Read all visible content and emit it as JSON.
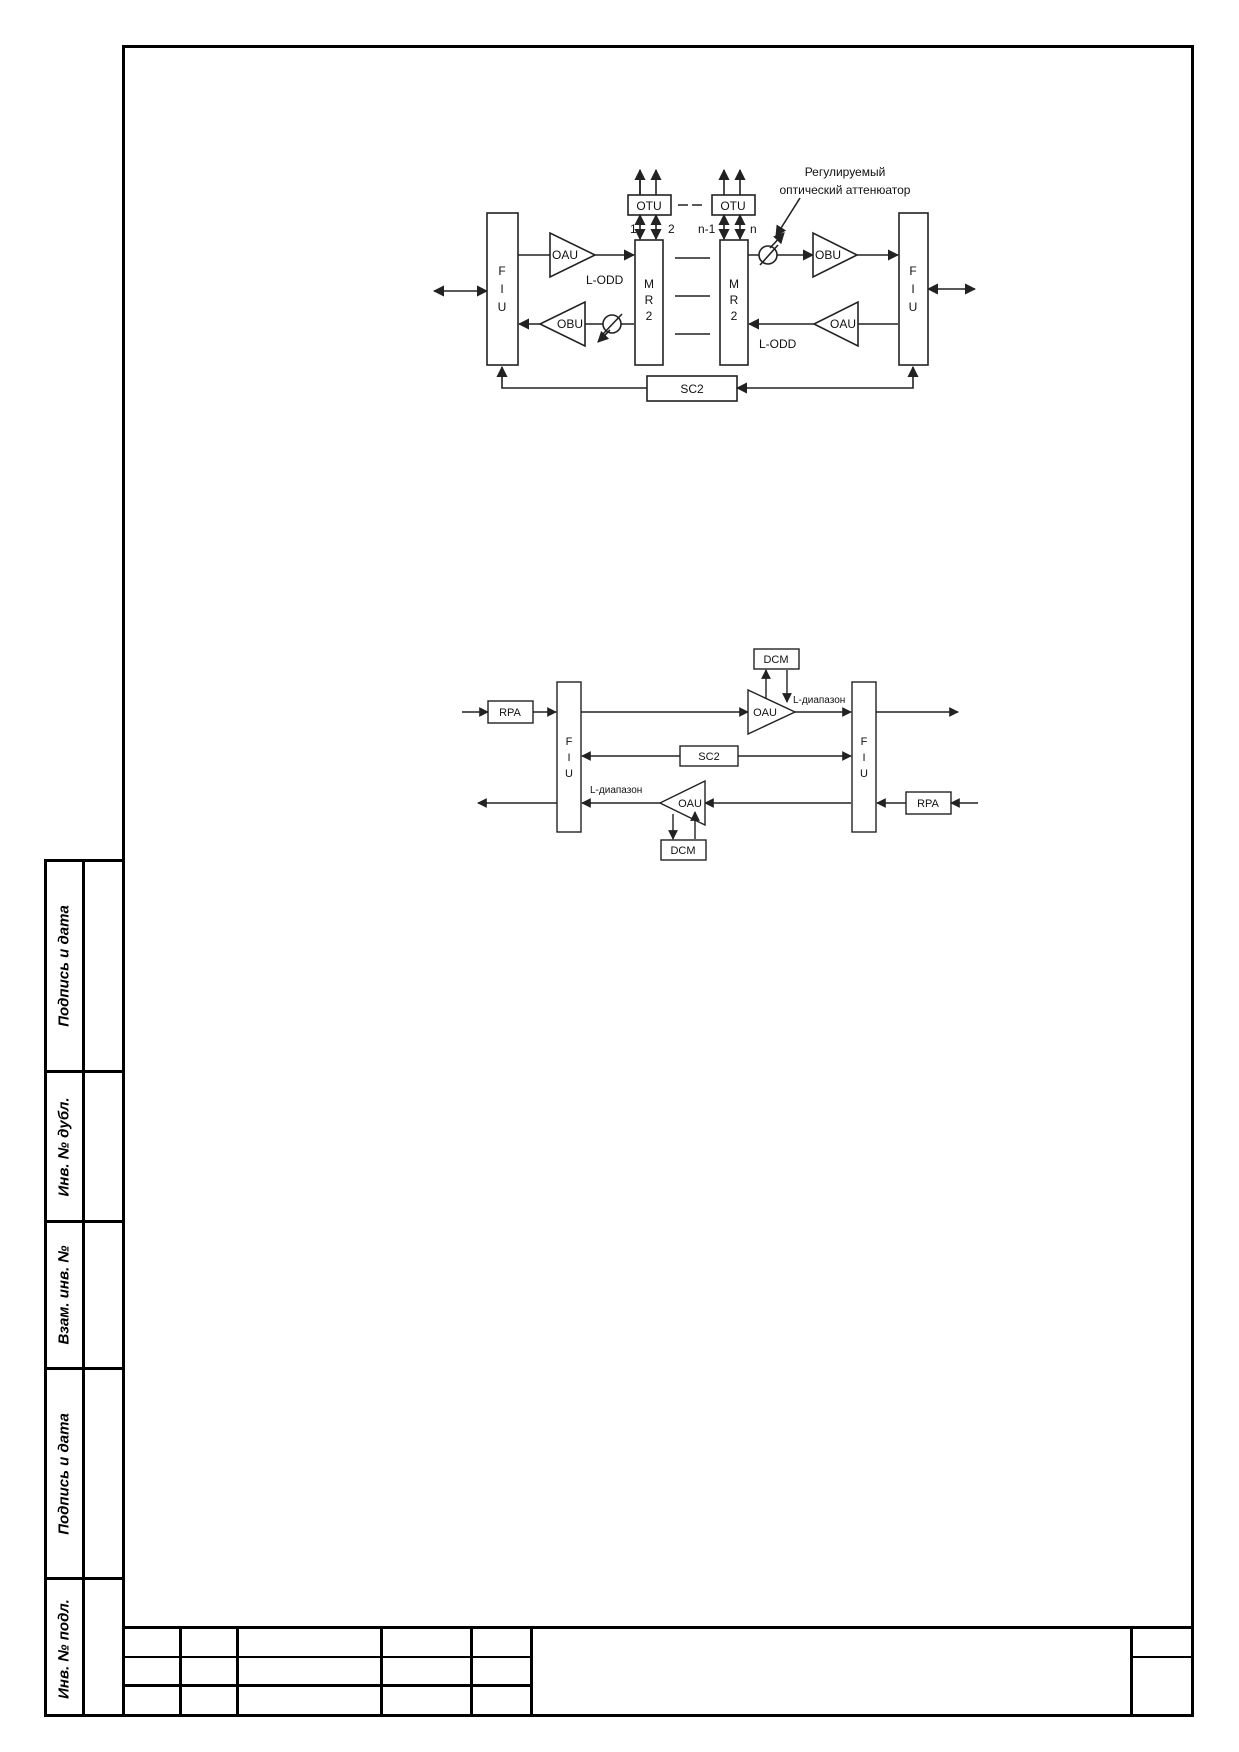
{
  "sidebar": {
    "cells": [
      {
        "label": "Подпись и дата"
      },
      {
        "label": "Инв. № дубл."
      },
      {
        "label": "Взам. инв. №"
      },
      {
        "label": "Подпись и дата"
      },
      {
        "label": "Инв. № подл."
      }
    ]
  },
  "diagram1": {
    "fiu_left": [
      "F",
      "I",
      "U"
    ],
    "fiu_right": [
      "F",
      "I",
      "U"
    ],
    "mr_left": [
      "M",
      "R",
      "2"
    ],
    "mr_right": [
      "M",
      "R",
      "2"
    ],
    "otu1": "OTU",
    "otu2": "OTU",
    "oau_top": "OAU",
    "obu_bottom": "OBU",
    "obu_top": "OBU",
    "oau_bottom": "OAU",
    "lodd_top": "L-ODD",
    "lodd_bottom": "L-ODD",
    "sc2": "SC2",
    "port_1": "1",
    "port_2": "2",
    "port_n1": "n-1",
    "port_n": "n",
    "attenuator_label_1": "Регулируемый",
    "attenuator_label_2": "оптический аттенюатор"
  },
  "diagram2": {
    "rpa_left": "RPA",
    "rpa_right": "RPA",
    "fiu_left": [
      "F",
      "I",
      "U"
    ],
    "fiu_right": [
      "F",
      "I",
      "U"
    ],
    "oau_top": "OAU",
    "oau_bottom": "OAU",
    "dcm_top": "DCM",
    "dcm_bottom": "DCM",
    "sc2": "SC2",
    "l_band_top": "L-диапазон",
    "l_band_bottom": "L-диапазон"
  }
}
